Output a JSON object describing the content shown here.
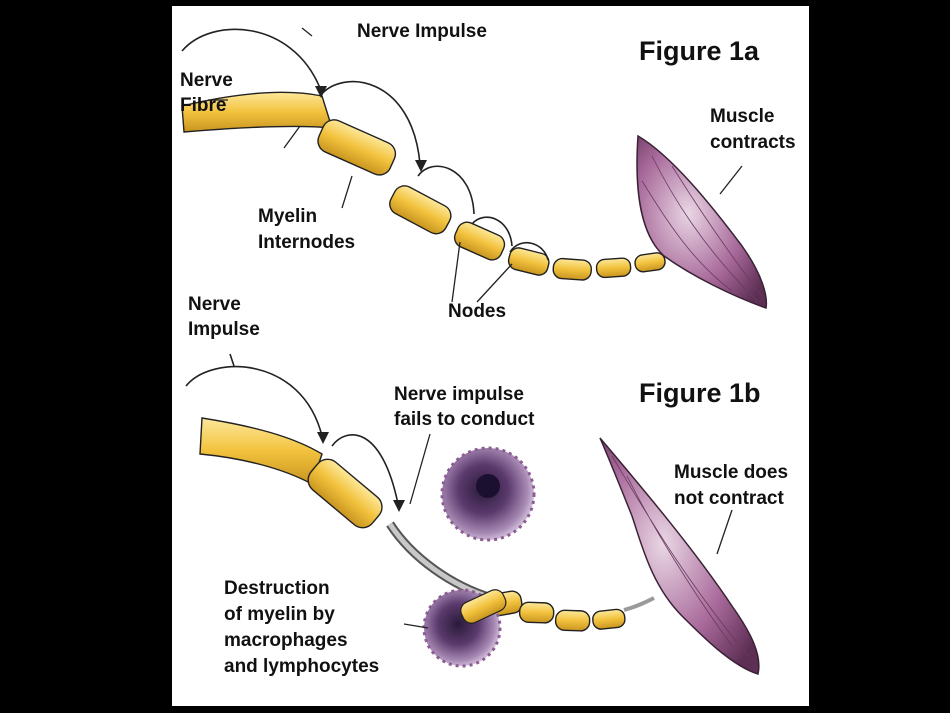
{
  "figure_1a": {
    "title": "Figure 1a",
    "labels": {
      "nerve_impulse": "Nerve Impulse",
      "nerve_fibre": "Nerve\nFibre",
      "myelin_internodes": "Myelin\nInternodes",
      "nodes": "Nodes",
      "muscle_contracts": "Muscle\ncontracts"
    }
  },
  "figure_1b": {
    "title": "Figure 1b",
    "labels": {
      "nerve_impulse": "Nerve\nImpulse",
      "nerve_impulse_fails": "Nerve impulse\nfails to conduct",
      "muscle_does_not_contract": "Muscle does\nnot contract",
      "destruction_of_myelin": "Destruction\nof myelin by\nmacrophages\nand lymphocytes"
    }
  },
  "colors": {
    "myelin": "#f2c23d",
    "myelin_highlight": "#fde89a",
    "axon": "#8a8f96",
    "muscle": "#9a5a86",
    "macrophage": "#8b5d92",
    "outline": "#222222"
  }
}
